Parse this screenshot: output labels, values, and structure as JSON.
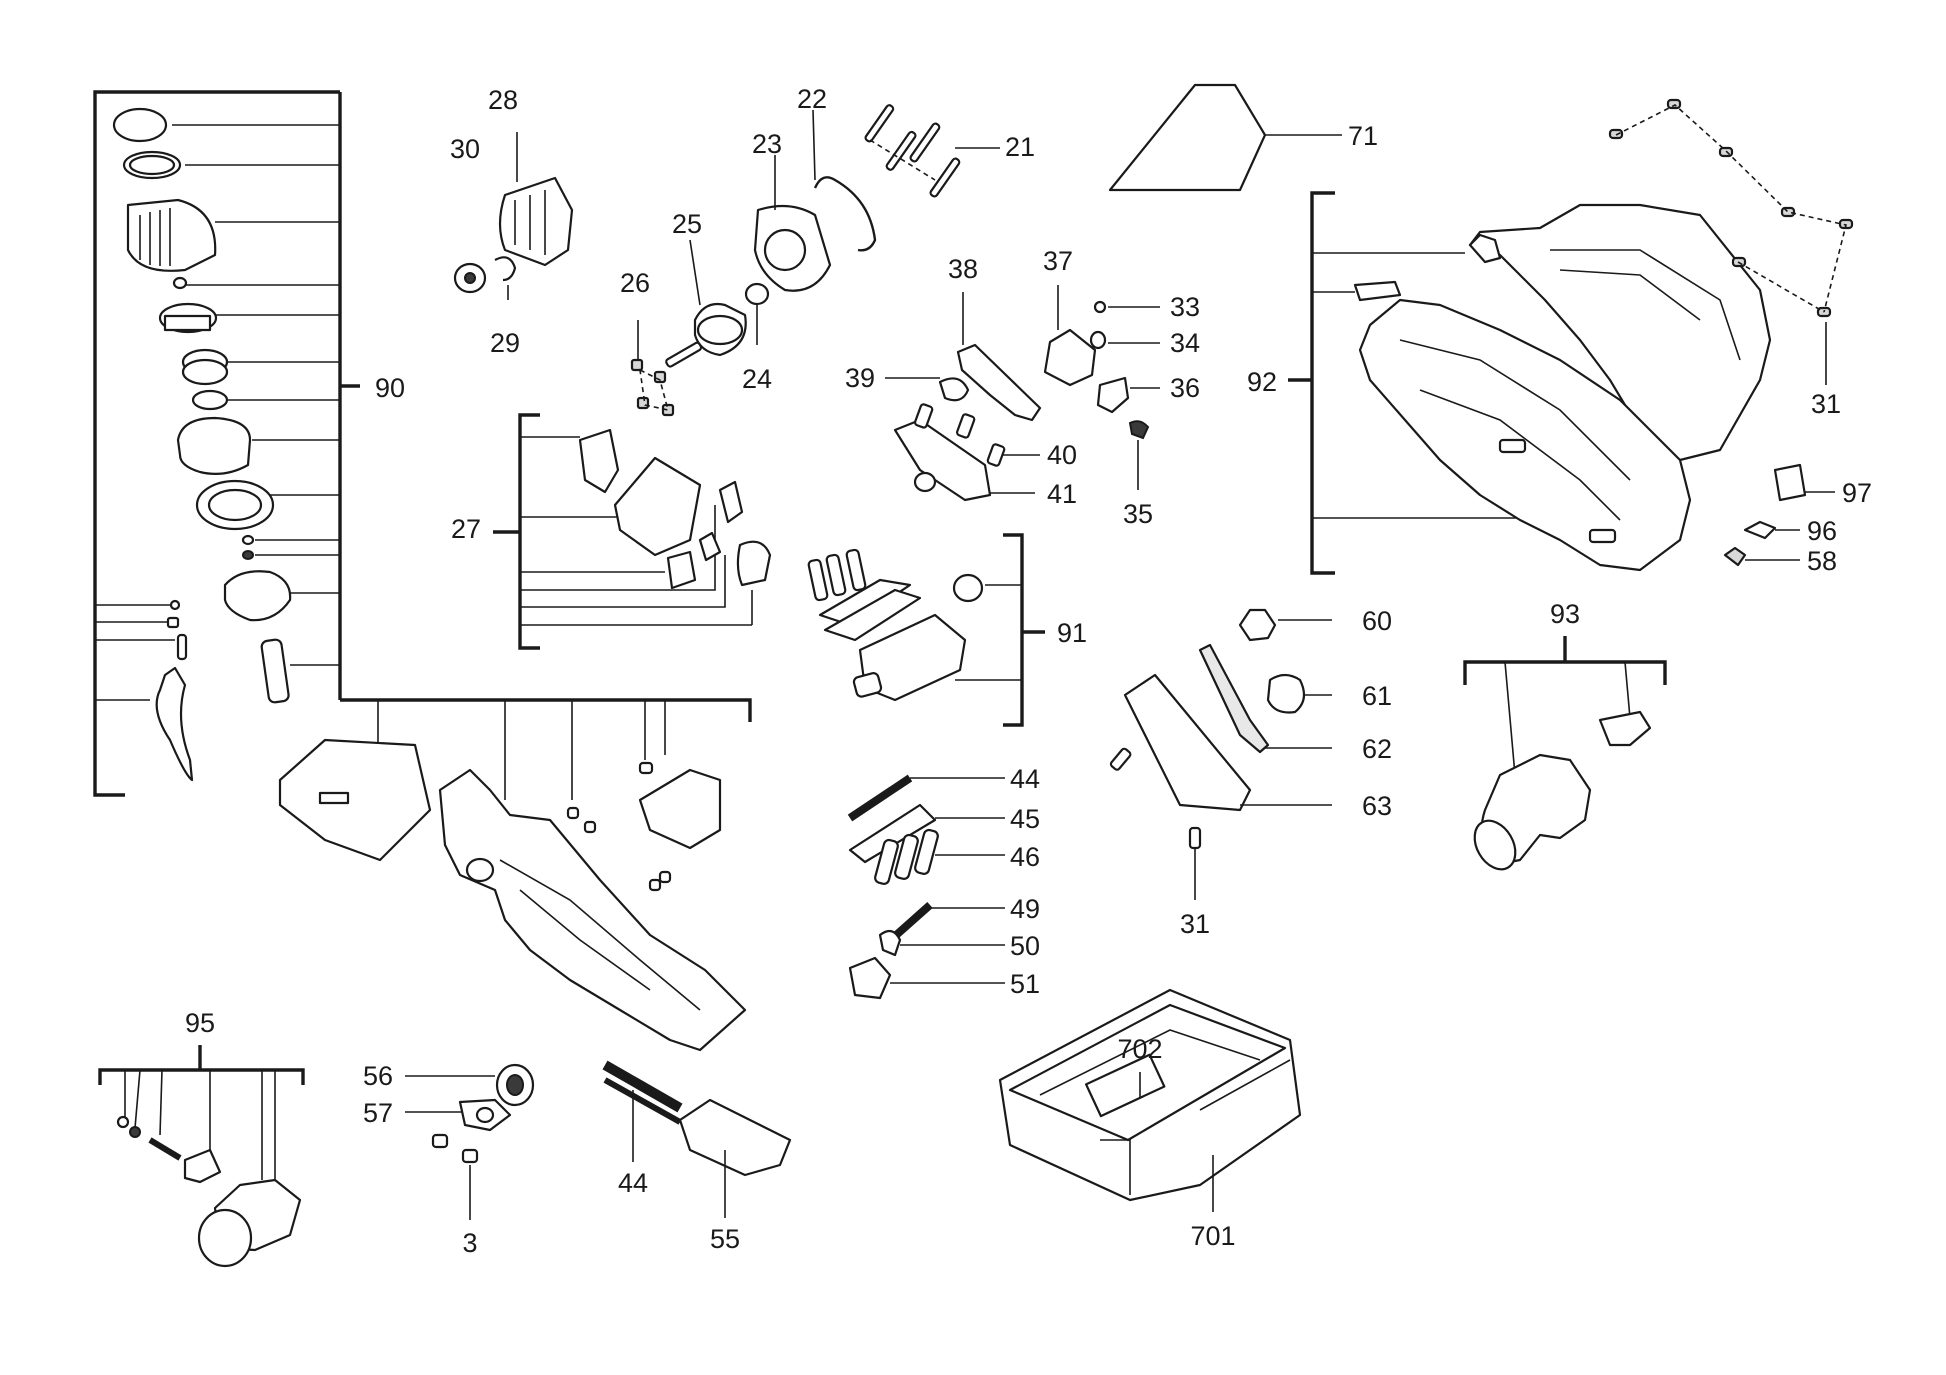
{
  "labels": {
    "l3": "3",
    "l21": "21",
    "l22": "22",
    "l23": "23",
    "l24": "24",
    "l25": "25",
    "l26": "26",
    "l27": "27",
    "l28": "28",
    "l29": "29",
    "l30": "30",
    "l31a": "31",
    "l31b": "31",
    "l33": "33",
    "l34": "34",
    "l35": "35",
    "l36": "36",
    "l37": "37",
    "l38": "38",
    "l39": "39",
    "l40": "40",
    "l41": "41",
    "l44a": "44",
    "l44b": "44",
    "l45": "45",
    "l46": "46",
    "l49": "49",
    "l50": "50",
    "l51": "51",
    "l55": "55",
    "l56": "56",
    "l57": "57",
    "l58": "58",
    "l60": "60",
    "l61": "61",
    "l62": "62",
    "l63": "63",
    "l71": "71",
    "l90": "90",
    "l91": "91",
    "l92": "92",
    "l93": "93",
    "l95": "95",
    "l96": "96",
    "l97": "97",
    "l701": "701",
    "l702": "702"
  },
  "colors": {
    "ink": "#1a1a1a",
    "paper": "#ffffff",
    "shade": "#d8d8d8"
  }
}
